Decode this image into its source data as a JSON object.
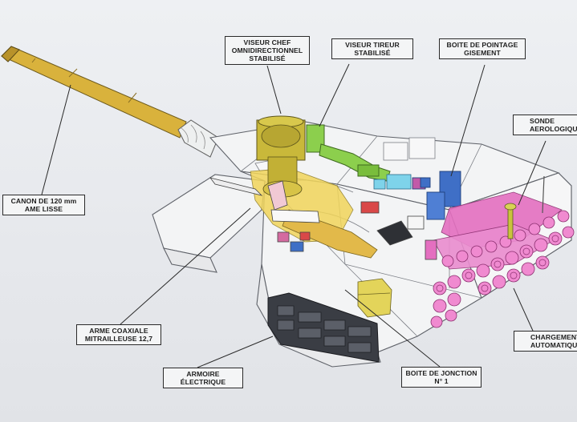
{
  "labels": {
    "viseur_chef": {
      "line1": "VISEUR CHEF",
      "line2": "OMNIDIRECTIONNEL",
      "line3": "STABILISÉ"
    },
    "viseur_tireur": {
      "line1": "VISEUR TIREUR",
      "line2": "STABILISÉ"
    },
    "boite_pointage": {
      "line1": "BOITE DE POINTAGE",
      "line2": "GISEMENT"
    },
    "sonde": {
      "line1": "SONDE",
      "line2": "AEROLOGIQUE"
    },
    "canon": {
      "line1": "CANON DE 120 mm",
      "line2": "AME LISSE"
    },
    "arme_coaxiale": {
      "line1": "ARME COAXIALE",
      "line2": "MITRAILLEUSE 12,7"
    },
    "armoire": {
      "line1": "ARMOIRE",
      "line2": "ÉLECTRIQUE"
    },
    "boite_jonction": {
      "line1": "BOITE DE JONCTION",
      "line2": "N° 1"
    },
    "chargement": {
      "line1": "CHARGEMENT",
      "line2": "AUTOMATIQUE"
    }
  },
  "colors": {
    "gun_barrel": "#d9b23c",
    "sight_commander": "#c9b83a",
    "sight_gunner": "#8ccf4d",
    "pointing_box": "#3f6fc6",
    "ammunition": "#e46fc0",
    "electrical_cabinet": "#3a3d44",
    "junction_box": "#e3d45a",
    "turret_outline": "#6b6e75"
  }
}
